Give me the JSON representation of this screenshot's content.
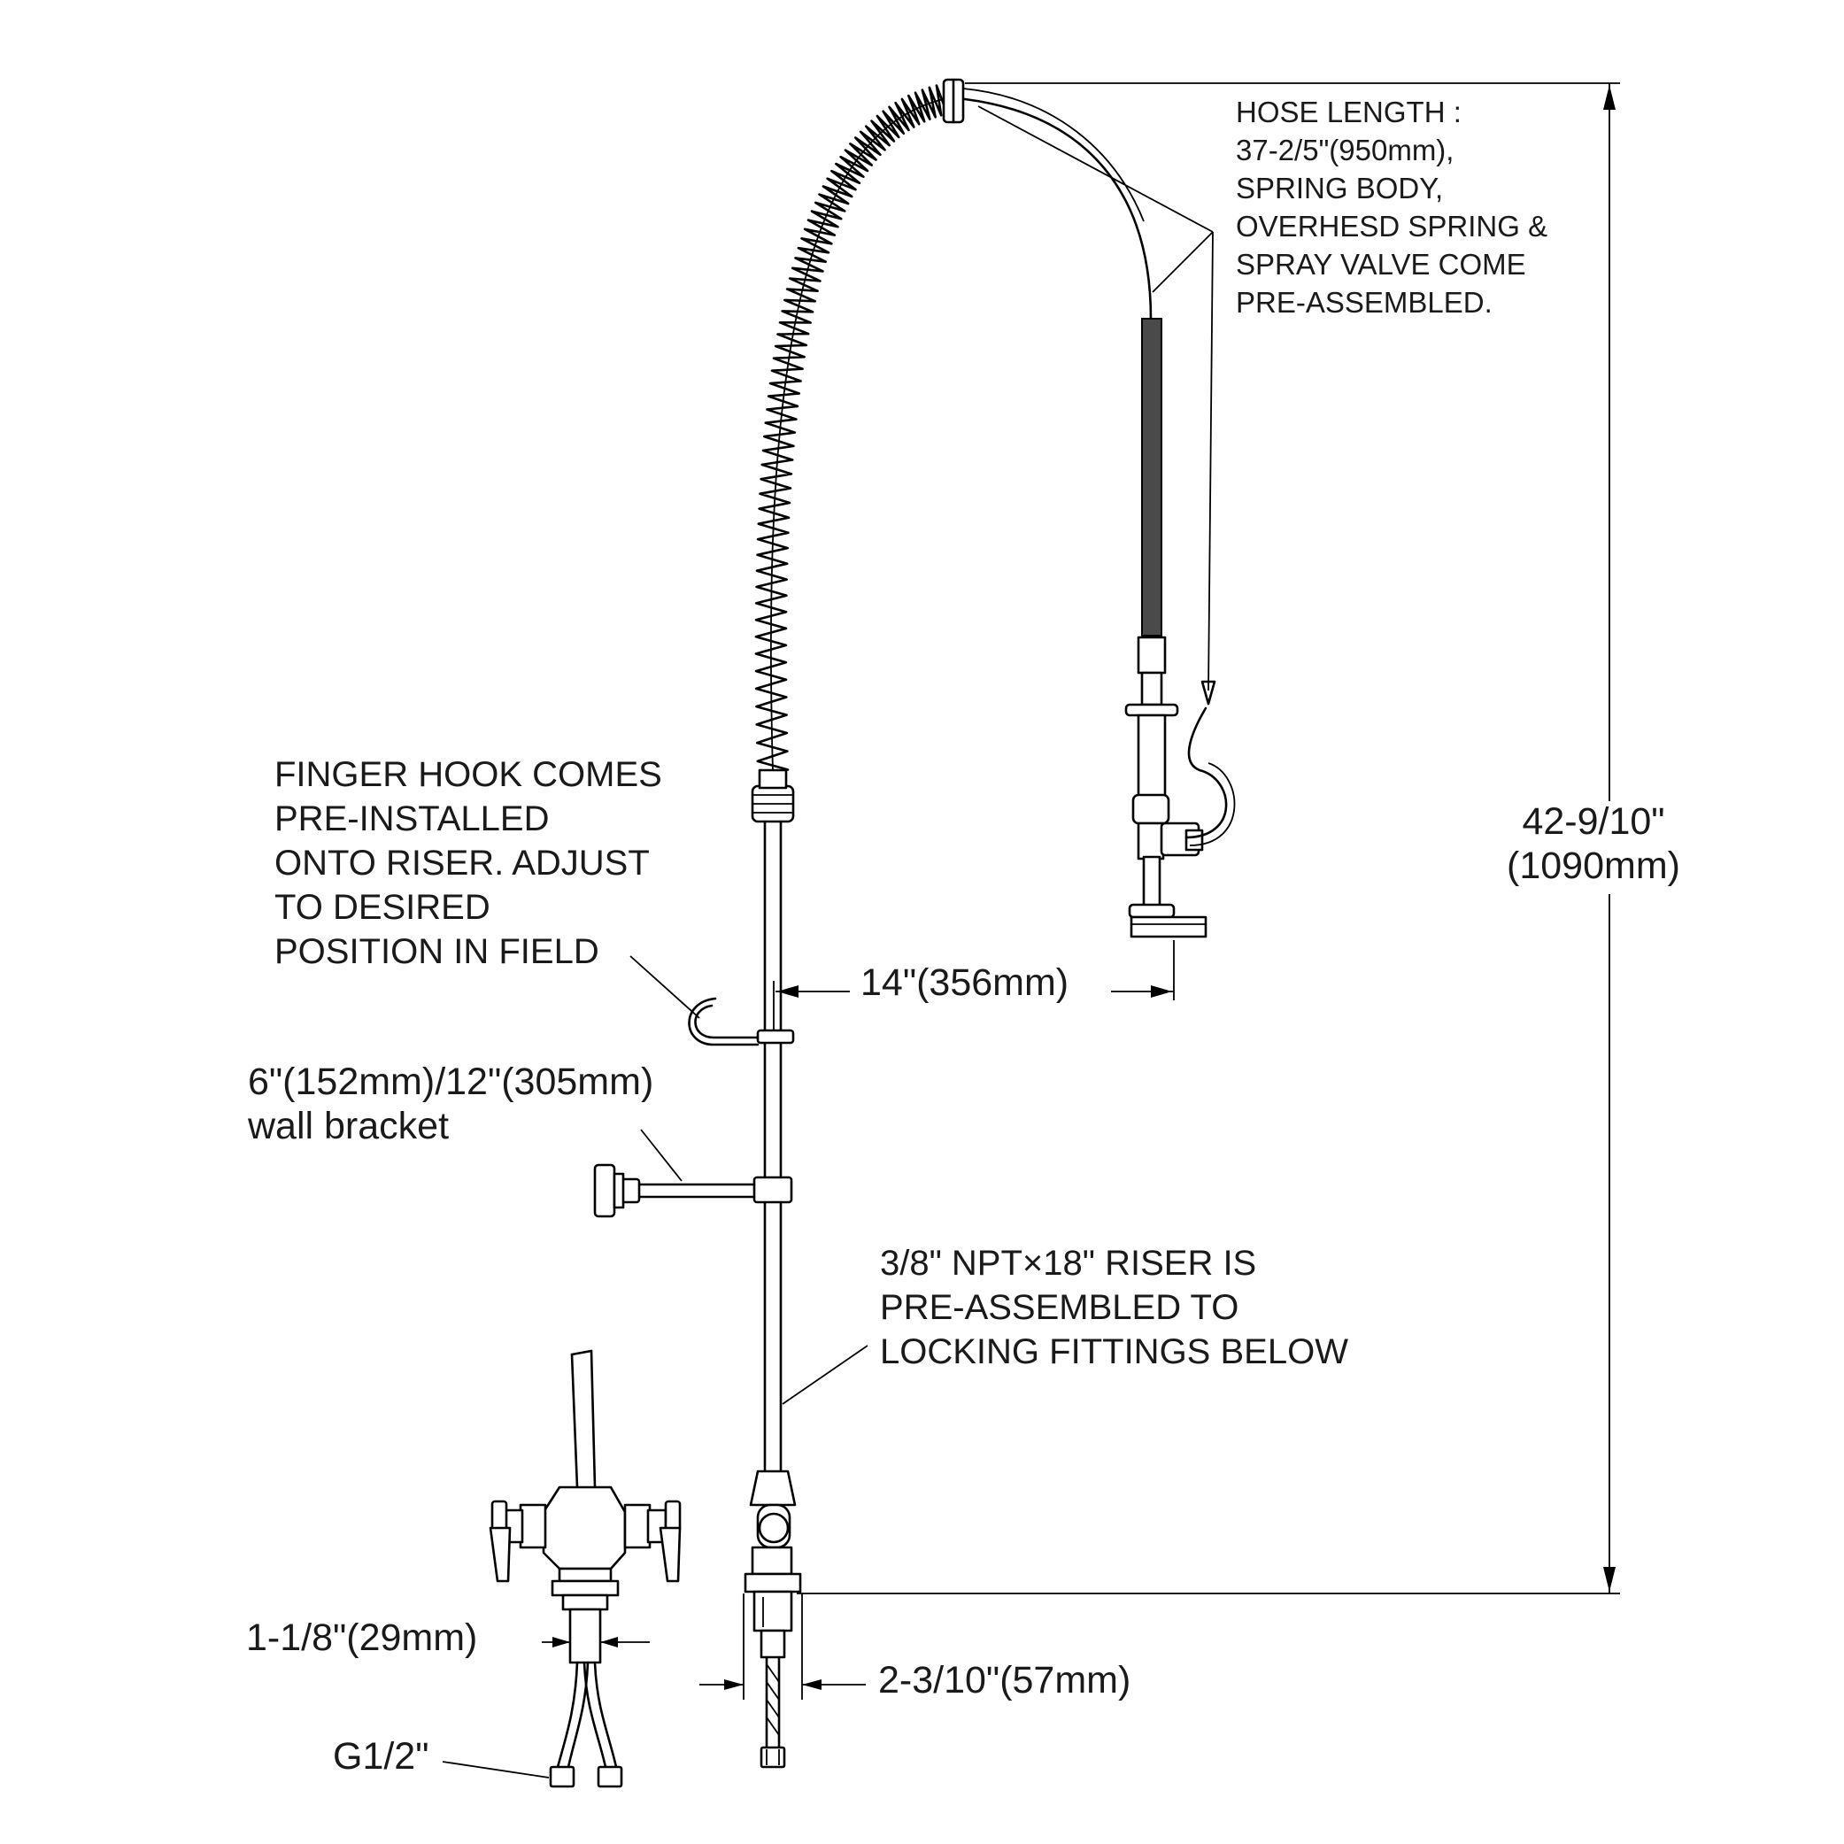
{
  "annotations": {
    "hose_note": [
      "HOSE LENGTH :",
      "37-2/5\"(950mm),",
      "SPRING BODY,",
      "OVERHESD SPRING &",
      "SPRAY VALVE COME",
      "PRE-ASSEMBLED."
    ],
    "finger_hook_note": [
      "FINGER HOOK COMES",
      "PRE-INSTALLED",
      "ONTO RISER. ADJUST",
      "TO DESIRED",
      "POSITION IN FIELD"
    ],
    "wall_bracket_note": [
      "6\"(152mm)/12\"(305mm)",
      "wall bracket"
    ],
    "riser_note": [
      "3/8\" NPT×18\" RISER IS",
      "PRE-ASSEMBLED TO",
      "LOCKING FITTINGS BELOW"
    ]
  },
  "dimensions": {
    "height": [
      "42-9/10\"",
      "(1090mm)"
    ],
    "reach": "14\"(356mm)",
    "faucet_shank": "1-1/8\"(29mm)",
    "riser_base": "2-3/10\"(57mm)",
    "thread": "G1/2\""
  }
}
